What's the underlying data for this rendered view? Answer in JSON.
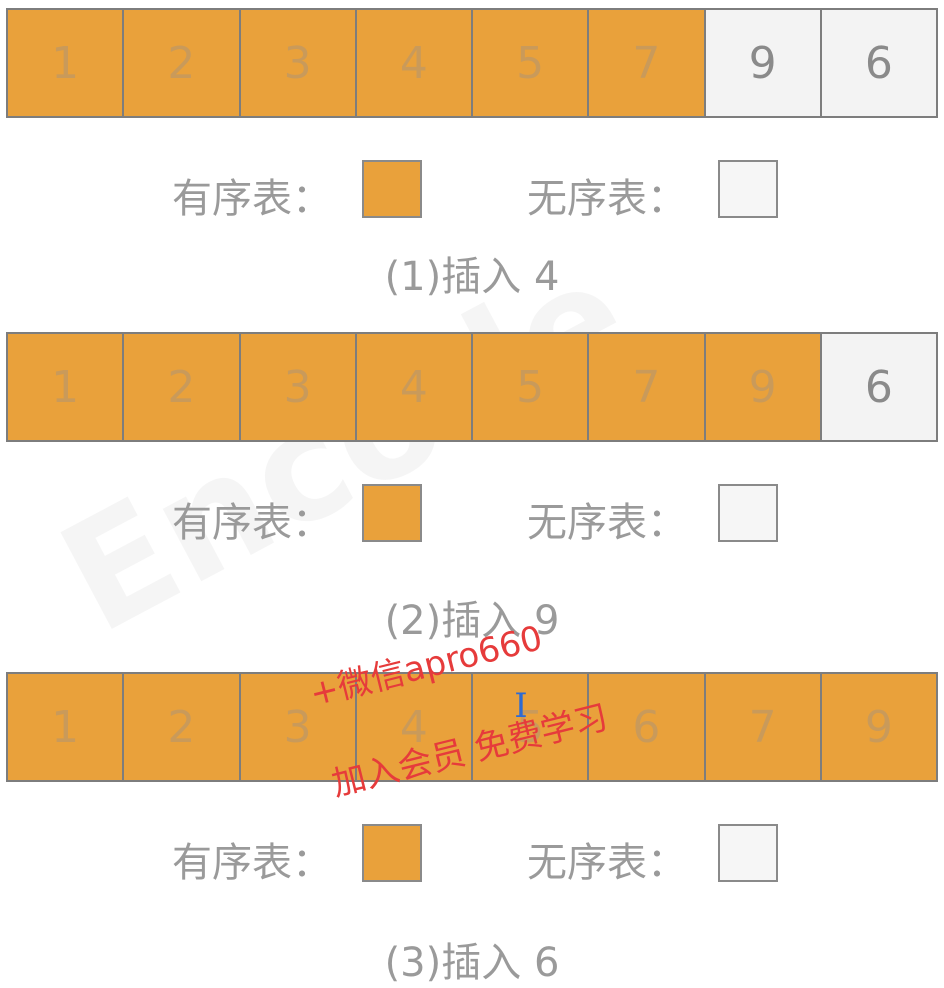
{
  "legend": {
    "sorted_label": "有序表：",
    "unsorted_label": "无序表："
  },
  "steps": [
    {
      "caption": "(1)插入 4",
      "cells": [
        {
          "value": "1",
          "state": "sorted"
        },
        {
          "value": "2",
          "state": "sorted"
        },
        {
          "value": "3",
          "state": "sorted"
        },
        {
          "value": "4",
          "state": "sorted"
        },
        {
          "value": "5",
          "state": "sorted"
        },
        {
          "value": "7",
          "state": "sorted"
        },
        {
          "value": "9",
          "state": "unsorted"
        },
        {
          "value": "6",
          "state": "unsorted"
        }
      ]
    },
    {
      "caption": "(2)插入 9",
      "cells": [
        {
          "value": "1",
          "state": "sorted"
        },
        {
          "value": "2",
          "state": "sorted"
        },
        {
          "value": "3",
          "state": "sorted"
        },
        {
          "value": "4",
          "state": "sorted"
        },
        {
          "value": "5",
          "state": "sorted"
        },
        {
          "value": "7",
          "state": "sorted"
        },
        {
          "value": "9",
          "state": "sorted"
        },
        {
          "value": "6",
          "state": "unsorted"
        }
      ]
    },
    {
      "caption": "(3)插入 6",
      "cells": [
        {
          "value": "1",
          "state": "sorted"
        },
        {
          "value": "2",
          "state": "sorted"
        },
        {
          "value": "3",
          "state": "sorted"
        },
        {
          "value": "4",
          "state": "sorted"
        },
        {
          "value": "5",
          "state": "sorted"
        },
        {
          "value": "6",
          "state": "sorted"
        },
        {
          "value": "7",
          "state": "sorted"
        },
        {
          "value": "9",
          "state": "sorted"
        }
      ]
    }
  ],
  "overlay": {
    "line1": "+微信apro660",
    "line2": "加入会员  免费学习"
  },
  "colors": {
    "sorted": "#e9a13b",
    "unsorted": "#f3f3f3",
    "border": "#7d7d7d",
    "overlay_text": "#e63b3b"
  }
}
